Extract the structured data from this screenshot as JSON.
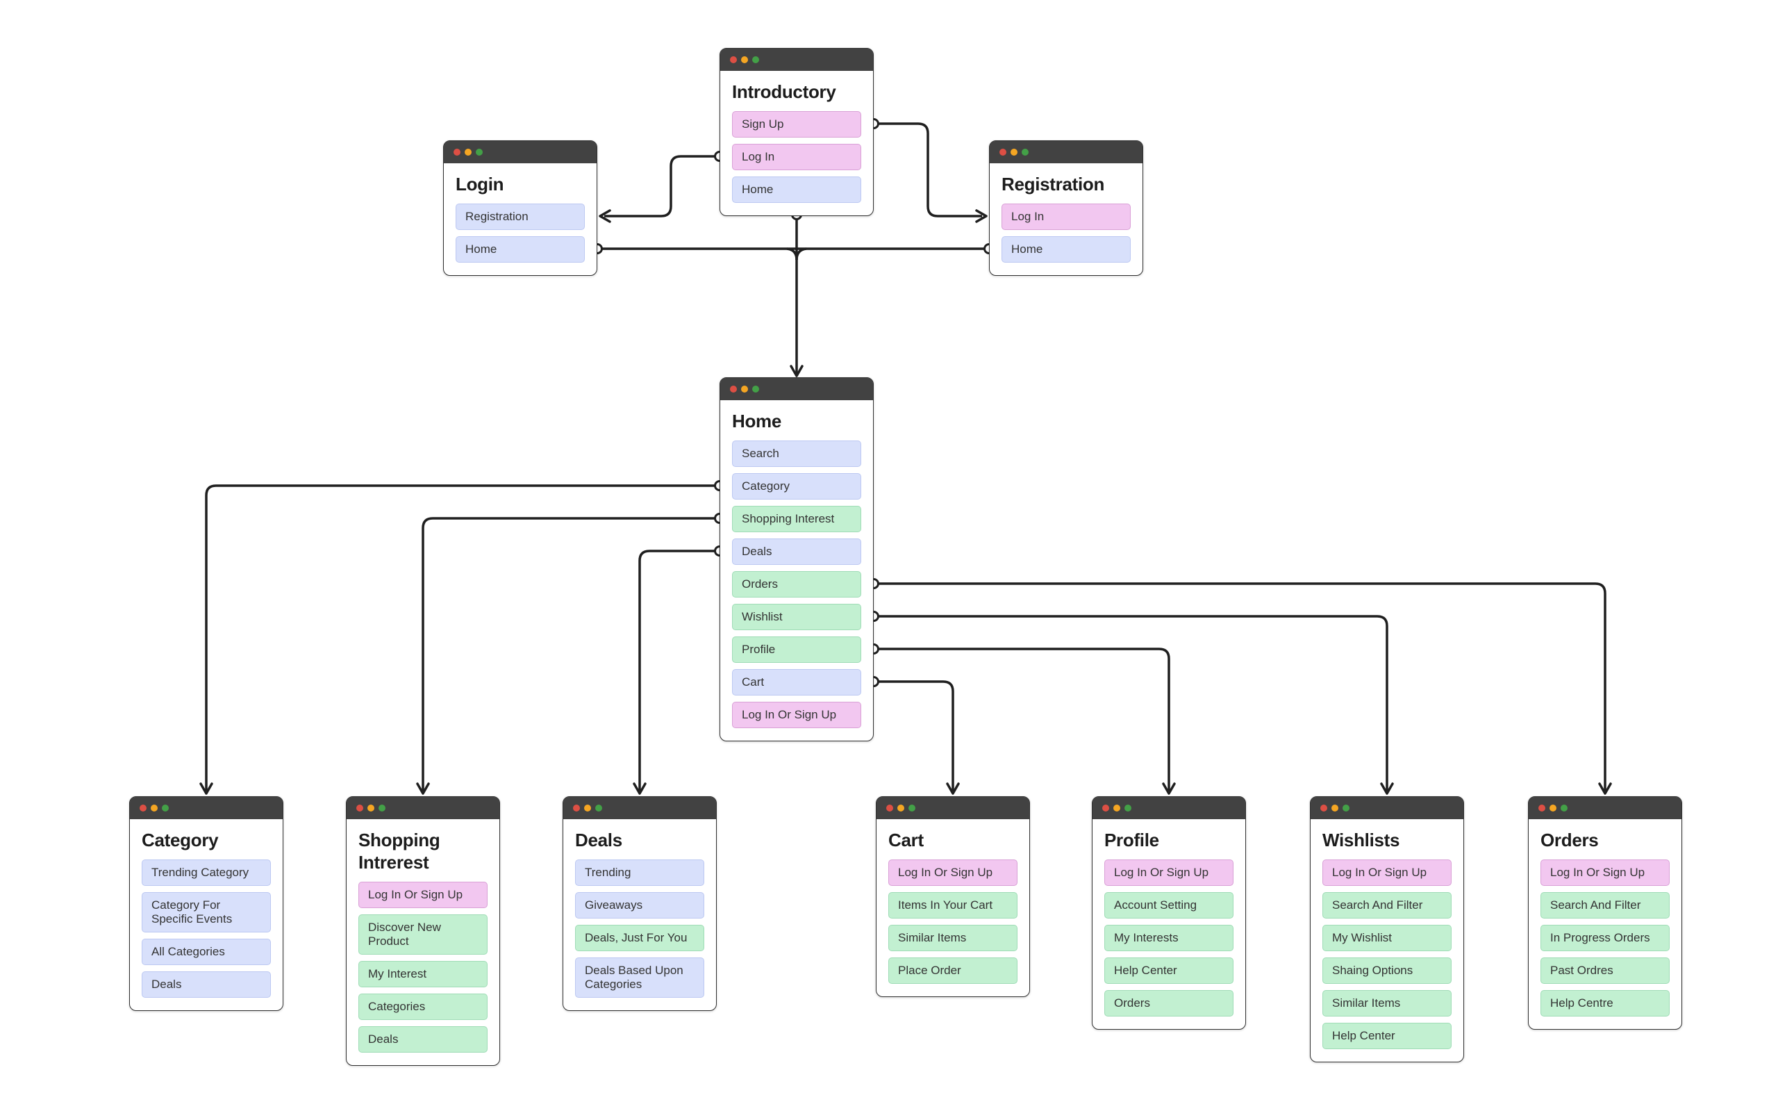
{
  "colors": {
    "canvas_bg": "#ffffff",
    "titlebar": "#424242",
    "card_bg": "#ffffff",
    "card_border": "#2f2f2f",
    "dot_red": "#dd4f44",
    "dot_yellow": "#f5a623",
    "dot_green": "#43a047",
    "pink_bg": "#f2c7f0",
    "pink_border": "#d9a0d6",
    "blue_bg": "#d8e0fb",
    "blue_border": "#bcc8f2",
    "green_bg": "#c2f0d1",
    "green_border": "#9fdcb6",
    "line": "#1f1f1f",
    "title_text": "#1c1c1c",
    "item_text": "#333333"
  },
  "windows": {
    "introductory": {
      "title": "Introductory",
      "items": [
        {
          "label": "Sign Up",
          "variant": "pink"
        },
        {
          "label": "Log In",
          "variant": "pink"
        },
        {
          "label": "Home",
          "variant": "blue"
        }
      ]
    },
    "login": {
      "title": "Login",
      "items": [
        {
          "label": "Registration",
          "variant": "blue"
        },
        {
          "label": "Home",
          "variant": "blue"
        }
      ]
    },
    "registration": {
      "title": "Registration",
      "items": [
        {
          "label": "Log In",
          "variant": "pink"
        },
        {
          "label": "Home",
          "variant": "blue"
        }
      ]
    },
    "home": {
      "title": "Home",
      "items": [
        {
          "label": "Search",
          "variant": "blue"
        },
        {
          "label": "Category",
          "variant": "blue"
        },
        {
          "label": "Shopping Interest",
          "variant": "green"
        },
        {
          "label": "Deals",
          "variant": "blue"
        },
        {
          "label": "Orders",
          "variant": "green"
        },
        {
          "label": "Wishlist",
          "variant": "green"
        },
        {
          "label": "Profile",
          "variant": "green"
        },
        {
          "label": "Cart",
          "variant": "blue"
        },
        {
          "label": "Log In Or Sign Up",
          "variant": "pink"
        }
      ]
    },
    "category": {
      "title": "Category",
      "items": [
        {
          "label": "Trending Category",
          "variant": "blue"
        },
        {
          "label": "Category For Specific Events",
          "variant": "blue"
        },
        {
          "label": "All Categories",
          "variant": "blue"
        },
        {
          "label": "Deals",
          "variant": "blue"
        }
      ]
    },
    "shopping": {
      "title": "Shopping Intrerest",
      "items": [
        {
          "label": "Log In Or Sign Up",
          "variant": "pink"
        },
        {
          "label": "Discover New Product",
          "variant": "green"
        },
        {
          "label": "My Interest",
          "variant": "green"
        },
        {
          "label": "Categories",
          "variant": "green"
        },
        {
          "label": "Deals",
          "variant": "green"
        }
      ]
    },
    "deals": {
      "title": "Deals",
      "items": [
        {
          "label": "Trending",
          "variant": "blue"
        },
        {
          "label": "Giveaways",
          "variant": "blue"
        },
        {
          "label": "Deals, Just For You",
          "variant": "green"
        },
        {
          "label": "Deals Based Upon Categories",
          "variant": "blue"
        }
      ]
    },
    "cart": {
      "title": "Cart",
      "items": [
        {
          "label": "Log In Or Sign Up",
          "variant": "pink"
        },
        {
          "label": "Items In Your Cart",
          "variant": "green"
        },
        {
          "label": "Similar Items",
          "variant": "green"
        },
        {
          "label": "Place Order",
          "variant": "green"
        }
      ]
    },
    "profile": {
      "title": "Profile",
      "items": [
        {
          "label": "Log In Or Sign Up",
          "variant": "pink"
        },
        {
          "label": "Account Setting",
          "variant": "green"
        },
        {
          "label": "My Interests",
          "variant": "green"
        },
        {
          "label": "Help Center",
          "variant": "green"
        },
        {
          "label": "Orders",
          "variant": "green"
        }
      ]
    },
    "wishlists": {
      "title": "Wishlists",
      "items": [
        {
          "label": "Log In Or Sign Up",
          "variant": "pink"
        },
        {
          "label": "Search And Filter",
          "variant": "green"
        },
        {
          "label": "My Wishlist",
          "variant": "green"
        },
        {
          "label": "Shaing Options",
          "variant": "green"
        },
        {
          "label": "Similar Items",
          "variant": "green"
        },
        {
          "label": "Help Center",
          "variant": "green"
        }
      ]
    },
    "orders": {
      "title": "Orders",
      "items": [
        {
          "label": "Log In Or Sign Up",
          "variant": "pink"
        },
        {
          "label": "Search And Filter",
          "variant": "green"
        },
        {
          "label": "In Progress Orders",
          "variant": "green"
        },
        {
          "label": "Past Ordres",
          "variant": "green"
        },
        {
          "label": "Help Centre",
          "variant": "green"
        }
      ]
    }
  },
  "connections": [
    {
      "from": "Introductory / Sign Up",
      "to": "Registration"
    },
    {
      "from": "Introductory / Log In",
      "to": "Login"
    },
    {
      "from": "Introductory / Home",
      "to": "Home"
    },
    {
      "from": "Login / Home",
      "to": "Home"
    },
    {
      "from": "Registration / Home",
      "to": "Home"
    },
    {
      "from": "Home / Category",
      "to": "Category"
    },
    {
      "from": "Home / Shopping Interest",
      "to": "Shopping Intrerest"
    },
    {
      "from": "Home / Deals",
      "to": "Deals"
    },
    {
      "from": "Home / Orders",
      "to": "Orders"
    },
    {
      "from": "Home / Wishlist",
      "to": "Wishlists"
    },
    {
      "from": "Home / Profile",
      "to": "Profile"
    },
    {
      "from": "Home / Cart",
      "to": "Cart"
    }
  ]
}
